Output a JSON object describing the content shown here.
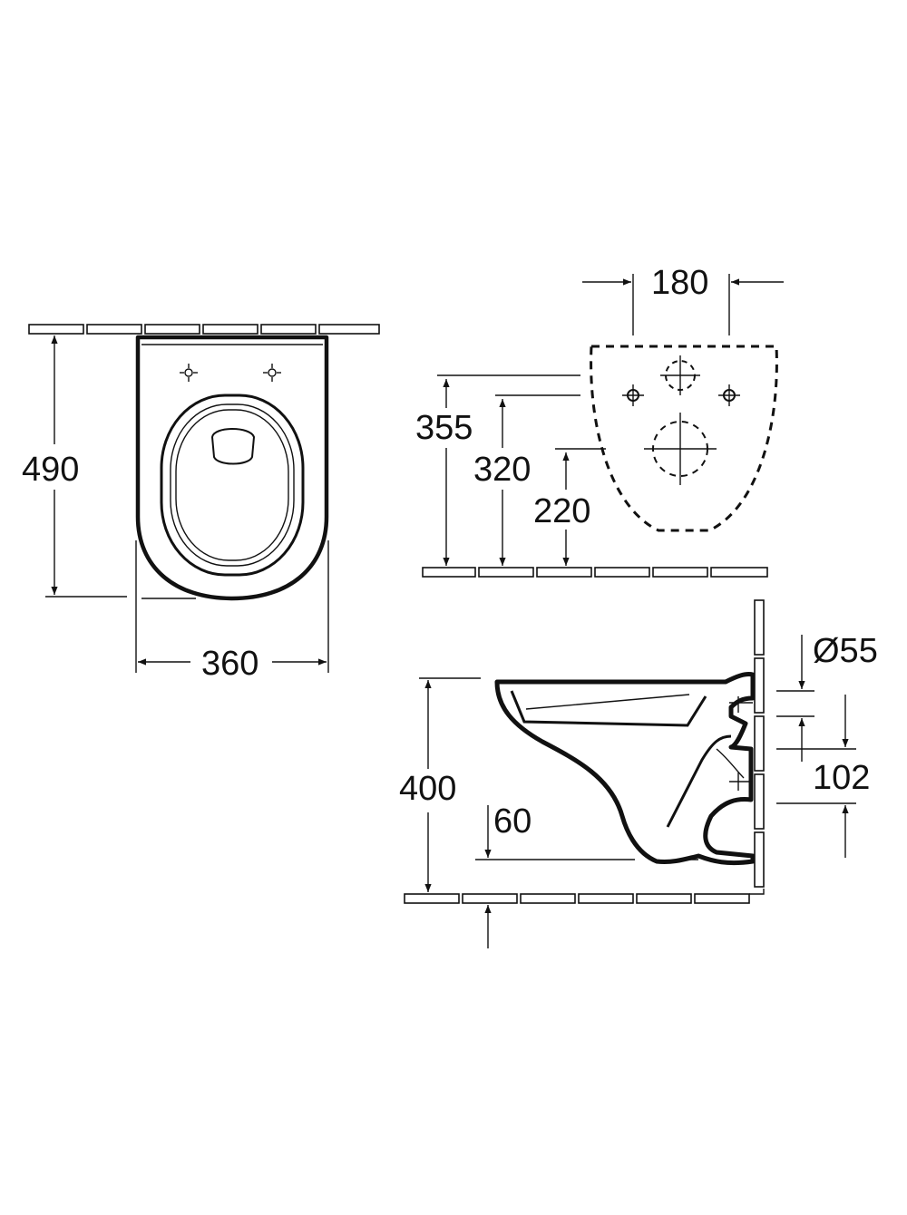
{
  "dimensions": {
    "top_view_depth": "490",
    "top_view_width": "360",
    "back_view_hole_spacing": "180",
    "back_view_height_355": "355",
    "back_view_height_320": "320",
    "back_view_height_220": "220",
    "side_view_height": "400",
    "side_view_bottom_gap": "60",
    "outlet_diameter": "Ø55",
    "inlet_offset": "102"
  },
  "colors": {
    "ink": "#111111",
    "paper": "#ffffff"
  }
}
